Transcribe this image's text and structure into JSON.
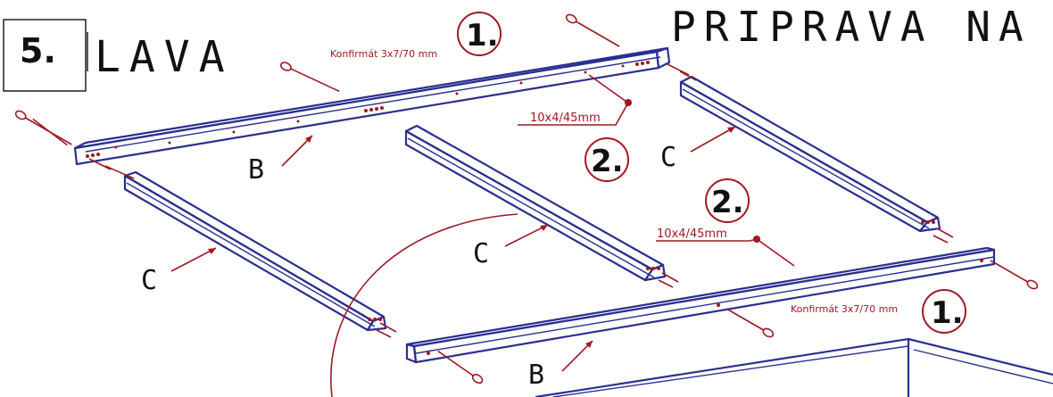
{
  "step": {
    "number": "5.",
    "title": "LAVA"
  },
  "heading": "PRIPRAVA NA",
  "hardware": {
    "confirmat": "Konfirmát 3x7/70 mm",
    "dowel": "10x4/45mm"
  },
  "callouts": {
    "step_one": "1.",
    "step_two": "2."
  },
  "parts": {
    "beam": "B",
    "crossbar": "C"
  },
  "colors": {
    "frame": "#2a2f8f",
    "hardware": "#a01822",
    "ink": "#111111"
  }
}
